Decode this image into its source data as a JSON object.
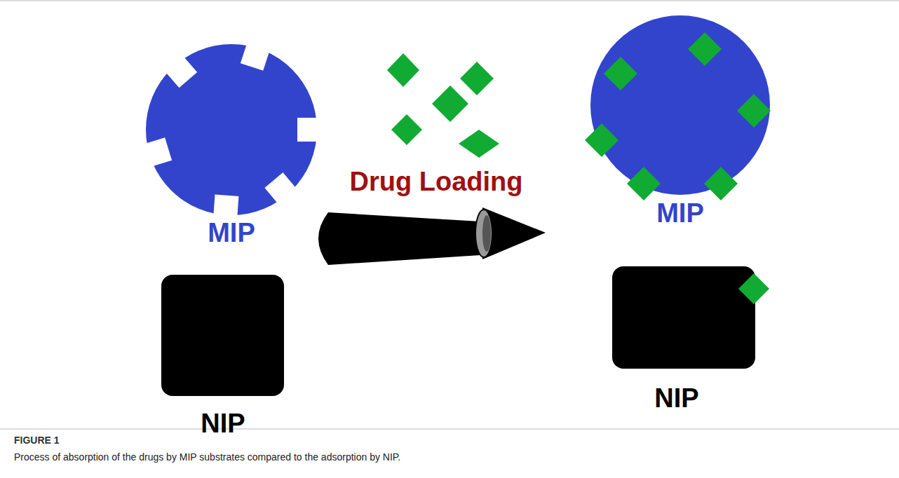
{
  "diagram": {
    "caption": "Process of absorption of the drugs by MIP substrates compared to the adsorption by NIP.",
    "nodes": [
      {
        "text": [
          "MIP"
        ]
      },
      {
        "text": [
          "NIP"
        ]
      },
      {
        "text": [
          "MIP"
        ]
      },
      {
        "text": [
          "NIP"
        ]
      }
    ],
    "labels": [
      "Drug Loading",
      "FIGURE 1"
    ]
  }
}
